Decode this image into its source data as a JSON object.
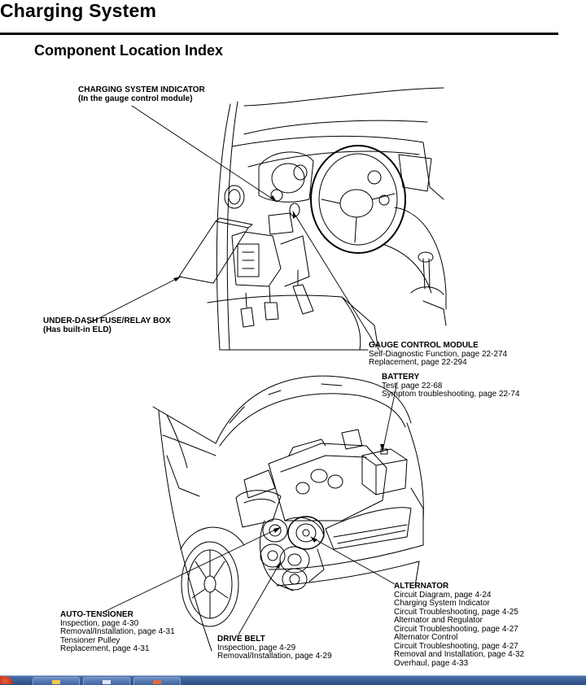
{
  "page": {
    "title": "Charging System",
    "subtitle": "Component Location Index"
  },
  "callouts": {
    "charging_indicator": {
      "heading": "CHARGING SYSTEM INDICATOR",
      "subheading": "(In the gauge control module)"
    },
    "fuse_box": {
      "heading": "UNDER-DASH FUSE/RELAY BOX",
      "subheading": "(Has built-in ELD)"
    },
    "gauge_module": {
      "heading": "GAUGE CONTROL MODULE",
      "lines": [
        "Self-Diagnostic Function, page 22-274",
        "Replacement, page 22-294"
      ]
    },
    "battery": {
      "heading": "BATTERY",
      "lines": [
        "Test, page 22-68",
        "Symptom troubleshooting, page 22-74"
      ]
    },
    "alternator": {
      "heading": "ALTERNATOR",
      "lines": [
        "Circuit Diagram, page 4-24",
        "Charging System Indicator",
        "Circuit Troubleshooting, page 4-25",
        "Alternator and Regulator",
        "Circuit Troubleshooting, page 4-27",
        "Alternator Control",
        "Circuit Troubleshooting, page 4-27",
        "Removal and Installation, page 4-32",
        "Overhaul, page 4-33"
      ]
    },
    "auto_tensioner": {
      "heading": "AUTO-TENSIONER",
      "lines": [
        "Inspection, page 4-30",
        "Removal/Installation, page 4-31",
        "Tensioner Pulley",
        "Replacement, page 4-31"
      ]
    },
    "drive_belt": {
      "heading": "DRIVE BELT",
      "lines": [
        "Inspection, page 4-29",
        "Removal/Installation, page 4-29"
      ]
    }
  },
  "taskbar": {
    "colors": {
      "bar": "#2d4f86",
      "start": "#c8381c"
    }
  }
}
